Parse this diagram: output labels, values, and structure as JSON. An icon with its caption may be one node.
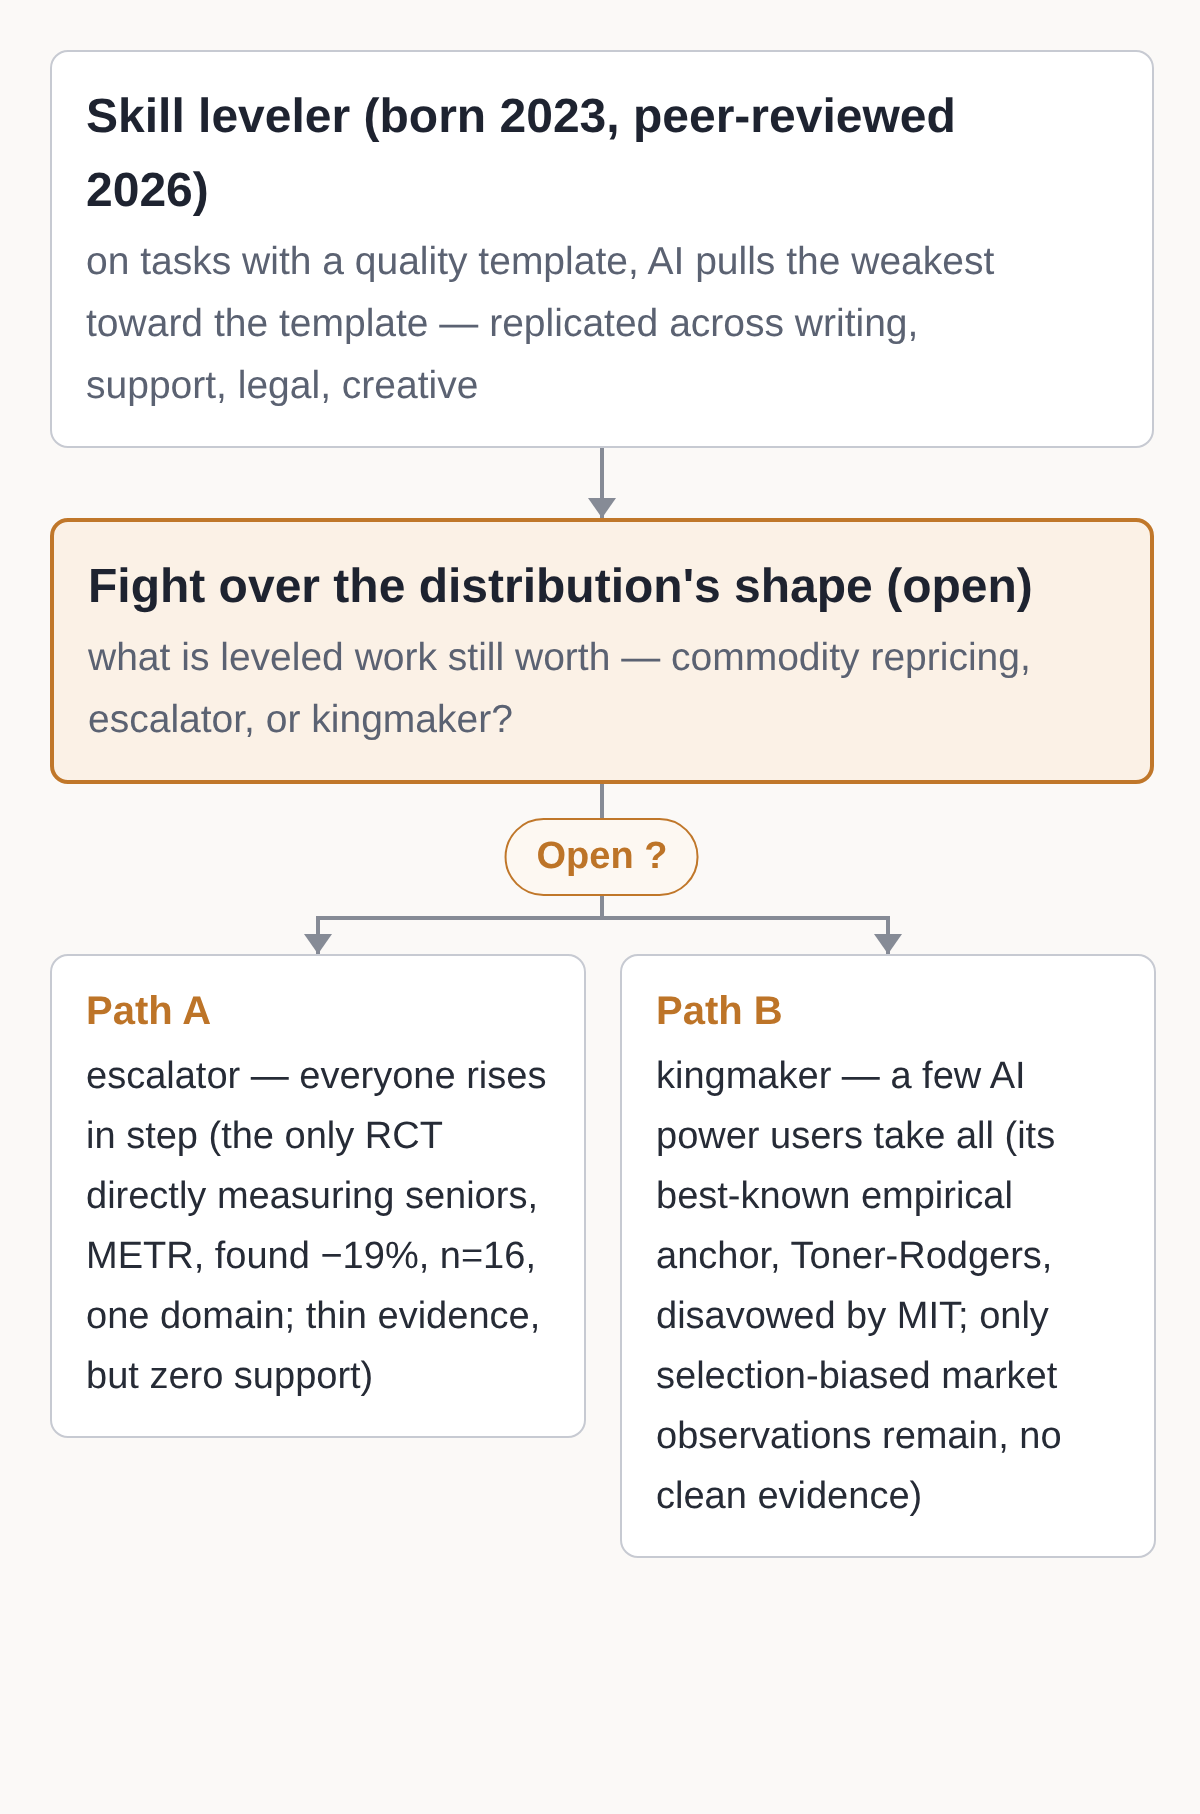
{
  "diagram": {
    "nodes": [
      {
        "text": [
          "Skill leveler (born 2023, peer-reviewed 2026)",
          "on tasks with a quality template, AI pulls the weakest toward the template — replicated across writing, support, legal, creative"
        ]
      },
      {
        "text": [
          "Fight over the distribution's shape (open)",
          "what is leveled work still worth — commodity repricing, escalator, or kingmaker?"
        ]
      },
      {
        "text": [
          "Open ?"
        ]
      },
      {
        "text": [
          "Path A",
          "escalator — everyone rises in step (the only RCT directly measuring seniors, METR, found −19%, n=16, one domain; thin evidence, but zero support)"
        ]
      },
      {
        "text": [
          "Path B",
          "kingmaker — a few AI power users take all (its best-known empirical anchor, Toner-Rodgers, disavowed by MIT; only selection-biased market observations remain, no clean evidence)"
        ]
      }
    ],
    "edges": [
      {
        "from": 0,
        "to": 1,
        "arrow": "to"
      },
      {
        "from": 1,
        "to": 2,
        "arrow": "none"
      },
      {
        "from": 2,
        "to": 3,
        "arrow": "to"
      },
      {
        "from": 2,
        "to": 4,
        "arrow": "to"
      }
    ]
  }
}
